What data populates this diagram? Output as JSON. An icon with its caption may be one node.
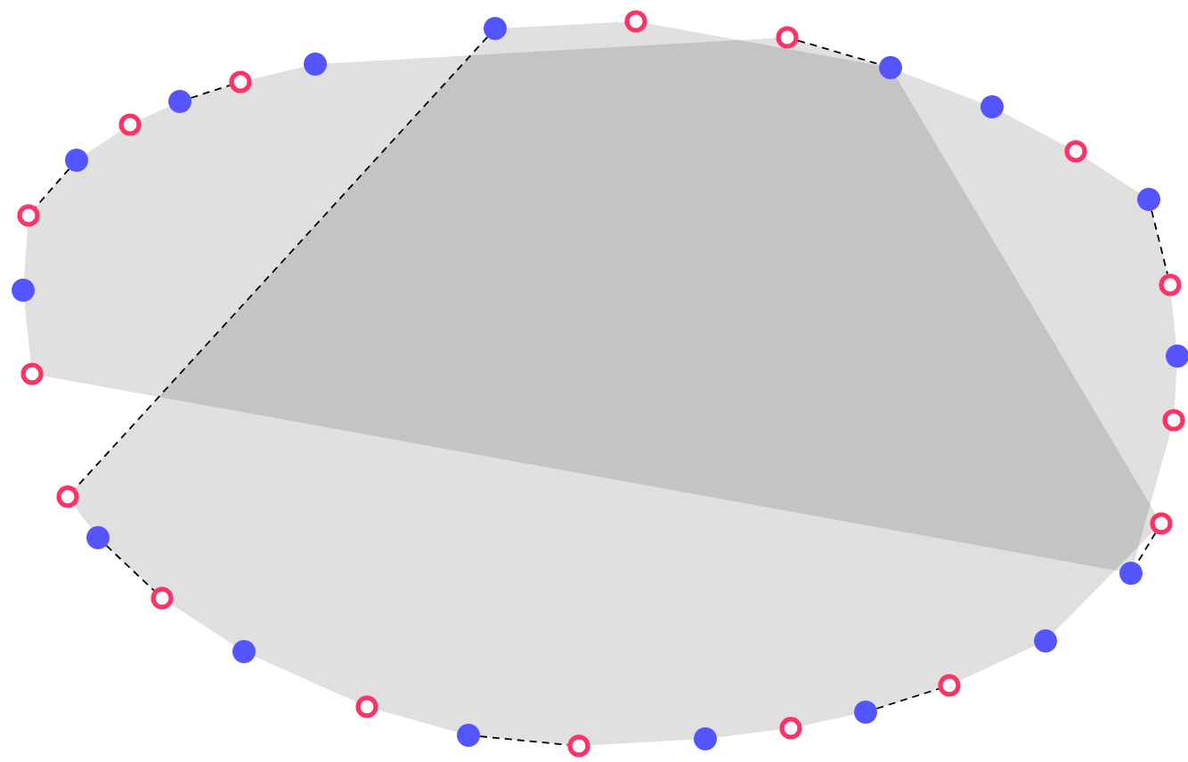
{
  "diagram": {
    "nodes": [
      {
        "text": [],
        "shape": "circle"
      },
      {
        "text": [],
        "shape": "ring"
      },
      {
        "text": [],
        "shape": "ring"
      },
      {
        "text": [],
        "shape": "ring"
      },
      {
        "text": [],
        "shape": "circle"
      },
      {
        "text": [],
        "shape": "circle"
      },
      {
        "text": [],
        "shape": "ring"
      },
      {
        "text": [],
        "shape": "ring"
      },
      {
        "text": [],
        "shape": "circle"
      },
      {
        "text": [],
        "shape": "ring"
      },
      {
        "text": [],
        "shape": "circle"
      },
      {
        "text": [],
        "shape": "circle"
      },
      {
        "text": [],
        "shape": "ring"
      },
      {
        "text": [],
        "shape": "circle"
      },
      {
        "text": [],
        "shape": "circle"
      },
      {
        "text": [],
        "shape": "ring"
      },
      {
        "text": [],
        "shape": "ring"
      },
      {
        "text": [],
        "shape": "circle"
      },
      {
        "text": [],
        "shape": "ring"
      },
      {
        "text": [],
        "shape": "ring"
      },
      {
        "text": [],
        "shape": "circle"
      },
      {
        "text": [],
        "shape": "circle"
      },
      {
        "text": [],
        "shape": "ring"
      },
      {
        "text": [],
        "shape": "circle"
      },
      {
        "text": [],
        "shape": "circle"
      },
      {
        "text": [],
        "shape": "ring"
      },
      {
        "text": [],
        "shape": "circle"
      },
      {
        "text": [],
        "shape": "circle"
      },
      {
        "text": [],
        "shape": "ring"
      },
      {
        "text": [],
        "shape": "ring"
      },
      {
        "text": [],
        "shape": "ring"
      },
      {
        "text": [],
        "shape": "circle"
      }
    ],
    "edges": [
      {
        "from": 14,
        "to": 3,
        "arrow": "none",
        "style": "dashed"
      },
      {
        "from": 18,
        "to": 21,
        "arrow": "none",
        "style": "dashed"
      },
      {
        "from": 8,
        "to": 9,
        "arrow": "none",
        "style": "dashed"
      },
      {
        "from": 4,
        "to": 1,
        "arrow": "none",
        "style": "dashed"
      },
      {
        "from": 5,
        "to": 7,
        "arrow": "none",
        "style": "dashed"
      },
      {
        "from": 13,
        "to": 15,
        "arrow": "none",
        "style": "dashed"
      },
      {
        "from": 20,
        "to": 22,
        "arrow": "none",
        "style": "dashed"
      },
      {
        "from": 27,
        "to": 29,
        "arrow": "none",
        "style": "dashed"
      },
      {
        "from": 28,
        "to": 26,
        "arrow": "none",
        "style": "dashed"
      }
    ]
  }
}
